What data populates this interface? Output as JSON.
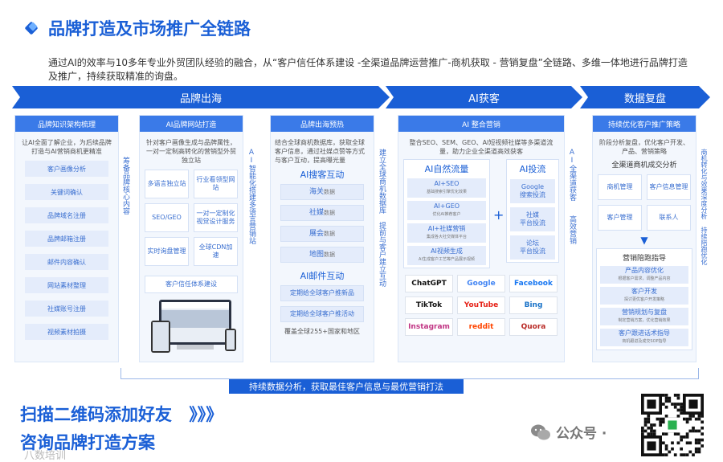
{
  "title": "品牌打造及市场推广全链路",
  "intro": "通过AI的效率与10多年专业外贸团队经验的融合，从“客户信任体系建设 -全渠道品牌运营推广-商机获取 - 营销复盘”全链路、多维一体地进行品牌打造及推广，持续获取精准的询盘。",
  "banners": [
    "品牌出海",
    "AI获客",
    "数据复盘"
  ],
  "col1": {
    "head": "品牌知识架构梳理",
    "desc": "让AI全面了解企业，为后续品牌打造与AI营销商机更精准",
    "items": [
      "客户画像分析",
      "关键词确认",
      "品牌域名注册",
      "品牌邮箱注册",
      "邮件内容确认",
      "网站素材整理",
      "社媒账号注册",
      "视频素材拍摄"
    ],
    "side": "筹备品牌核心内容"
  },
  "col2": {
    "head": "AI品牌网站打造",
    "desc": "针对客户画像生成与品牌属性，一对一定制高转化的营销型外贸独立站",
    "items": [
      "多语言独立站",
      "行业看领型网站",
      "SEO/GEO",
      "一对一定制化视觉设计服务",
      "实时询盘管理",
      "全球CDN加速"
    ],
    "wide": "客户信任体系建设",
    "side": "AI智能化搭建多语言营销站"
  },
  "col3": {
    "head": "品牌出海预热",
    "desc": "结合全球商机数据库，获取全球客户信息，通过社媒点赞等方式与客户互动，提高曝光量",
    "sec1": "AI搜客互动",
    "items1": [
      {
        "t": "海关",
        "s": "数据"
      },
      {
        "t": "社媒",
        "s": "数据"
      },
      {
        "t": "展会",
        "s": "数据"
      },
      {
        "t": "地图",
        "s": "数据"
      }
    ],
    "sec2": "AI邮件互动",
    "items2": [
      "定期给全球客户推新品",
      "定期给全球客户推活动"
    ],
    "foot": "覆盖全球255+国家和地区",
    "side": "建立全球商机数据库 提前与客户建立互动"
  },
  "col4": {
    "head": "AI 整合营销",
    "desc": "整合SEO、SEM、GEO、AI短视频社媒等多渠道流量，助力企业全渠道高效获客",
    "left_title": "AI自然流量",
    "left_items": [
      {
        "t": "AI+SEO",
        "s": "基础搜索引擎优化效果"
      },
      {
        "t": "AI+GEO",
        "s": "优化AI推荐客户"
      },
      {
        "t": "AI+社媒营销",
        "s": "集成各大社交媒体平台"
      },
      {
        "t": "AI视频生成",
        "s": "AI生成客户工艺等产品展示视频"
      }
    ],
    "plus": "+",
    "right_title": "AI投流",
    "right_items": [
      {
        "t": "Google",
        "s": "搜索投流"
      },
      {
        "t": "社媒",
        "s": "平台投流"
      },
      {
        "t": "论坛",
        "s": "平台投流"
      }
    ],
    "brands": [
      "ChatGPT",
      "Google",
      "Facebook",
      "TikTok",
      "YouTube",
      "Bing",
      "Instagram",
      "reddit",
      "Quora"
    ],
    "side1": "AI全渠道获客",
    "side2": "高效营销"
  },
  "col5": {
    "head": "持续优化客户推广策略",
    "desc": "阶段分析复盘，优化客户开发、产品、营销策略",
    "sub": "全渠道商机成交分析",
    "grid": [
      "商机管理",
      "客户信息管理",
      "客户管理",
      "联系人"
    ],
    "sec": "营销陪跑指导",
    "items": [
      {
        "t": "产品内容优化",
        "s": "根据客户需求，调整产品内容"
      },
      {
        "t": "客户开发",
        "s": "探讨更优客户开发策略"
      },
      {
        "t": "营销规划与复盘",
        "s": "制定营销方案，优化营销效果"
      },
      {
        "t": "客户跟进话术指导",
        "s": "商机跟进及成交SOP指导"
      }
    ],
    "side": "商机转化与效果深度分析 持续陪跑优化"
  },
  "strip": "持续数据分析，获取最佳客户信息与最优营销打法",
  "cta1": "扫描二维码添加好友",
  "cta_arrows": "》》》",
  "cta2": "咨询品牌打造方案",
  "watermark": "公众号 ·",
  "watermark2": "八数培训",
  "colors": {
    "primary": "#1a5fd6",
    "accent": "#3a7ae8"
  }
}
